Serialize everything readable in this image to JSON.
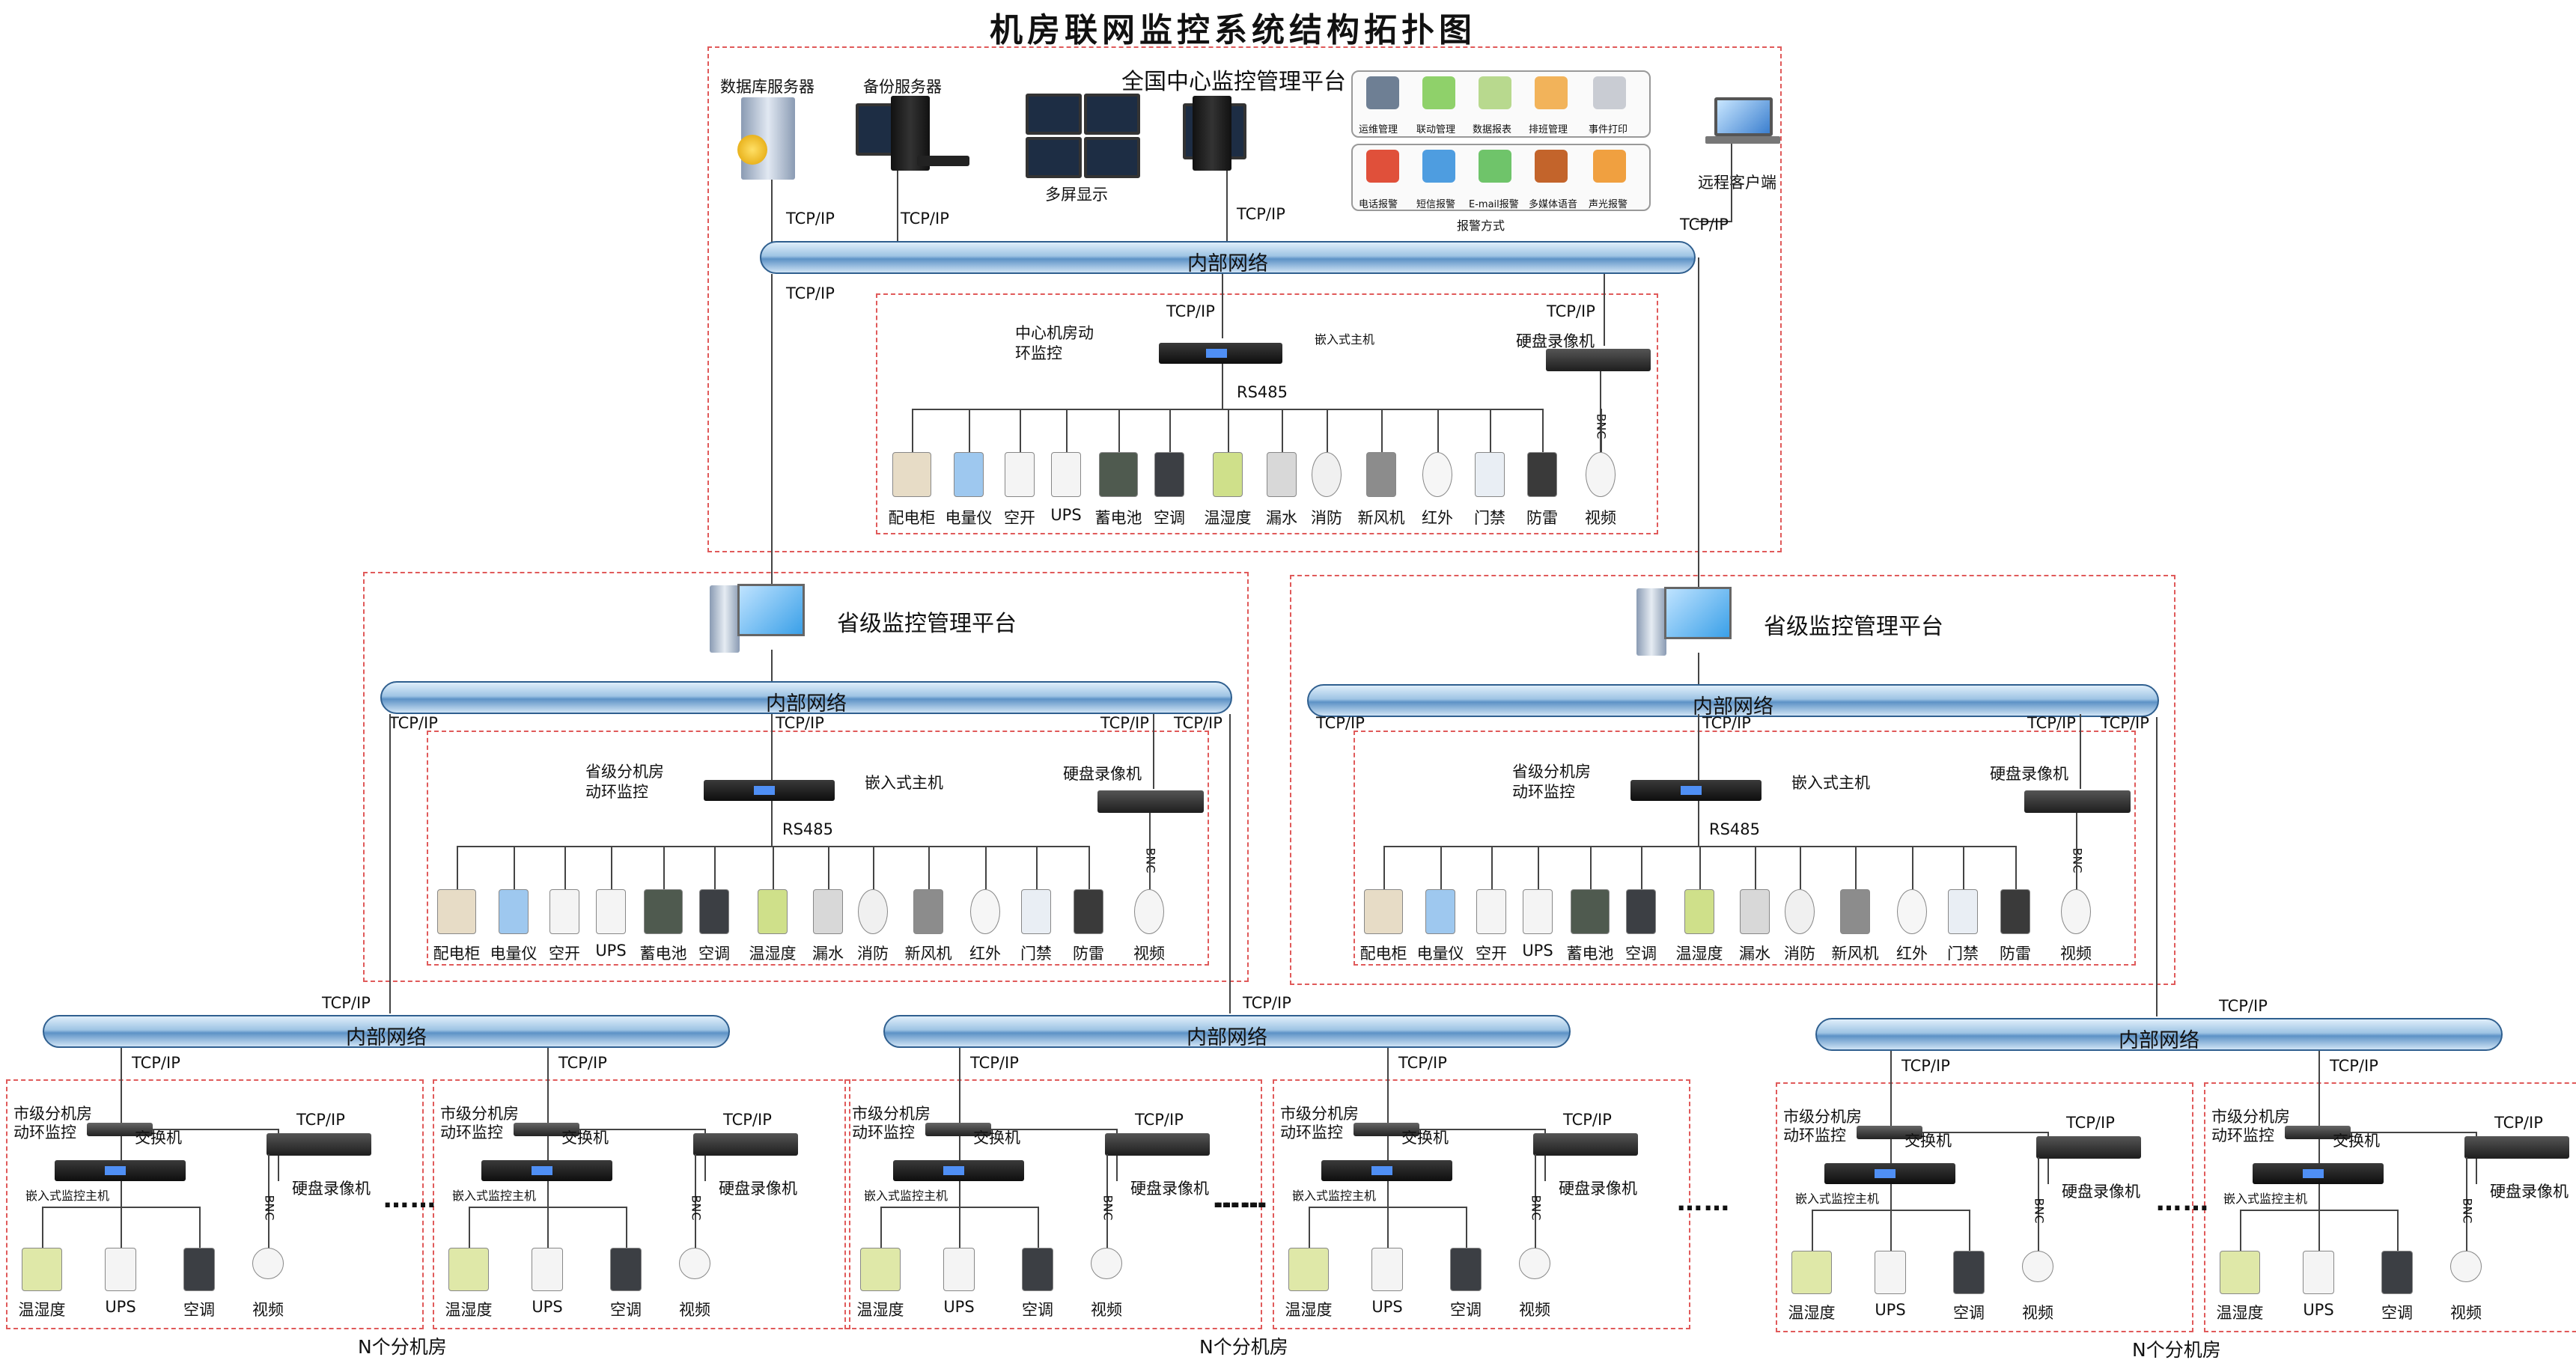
{
  "title": "机房联网监控系统结构拓扑图",
  "labels": {
    "tcpip": "TCP/IP",
    "rs485": "RS485",
    "bnc": "BNC",
    "network": "内部网络",
    "n_rooms": "N个分机房",
    "ellipsis": "……"
  },
  "central": {
    "db_server": "数据库服务器",
    "backup_server": "备份服务器",
    "platform": "全国中心监控管理平台",
    "multiscreen": "多屏显示",
    "remote_client": "远程客户端",
    "alarm_methods": "报警方式",
    "mgmt_funcs": [
      "运维管理",
      "联动管理",
      "数据报表",
      "排班管理",
      "事件打印"
    ],
    "alarm_funcs": [
      "电话报警",
      "短信报警",
      "E-mail报警",
      "多媒体语音",
      "声光报警"
    ],
    "room_monitor": "中心机房动\n环监控",
    "embedded_host": "嵌入式主机",
    "nvr": "硬盘录像机"
  },
  "province": {
    "platform": "省级监控管理平台",
    "room_monitor": "省级分机房\n动环监控",
    "embedded_host": "嵌入式主机",
    "nvr": "硬盘录像机"
  },
  "devices": [
    "配电柜",
    "电量仪",
    "空开",
    "UPS",
    "蓄电池",
    "空调",
    "温湿度",
    "漏水",
    "消防",
    "新风机",
    "红外",
    "门禁",
    "防雷",
    "视频"
  ],
  "city": {
    "room_monitor": "市级分机房\n动环监控",
    "switch": "交换机",
    "embedded_host": "嵌入式监控主机",
    "nvr": "硬盘录像机",
    "devices": [
      "温湿度",
      "UPS",
      "空调",
      "视频"
    ]
  },
  "colors": {
    "dash": "#e05a5a",
    "pipe": "#7fb0dc"
  }
}
